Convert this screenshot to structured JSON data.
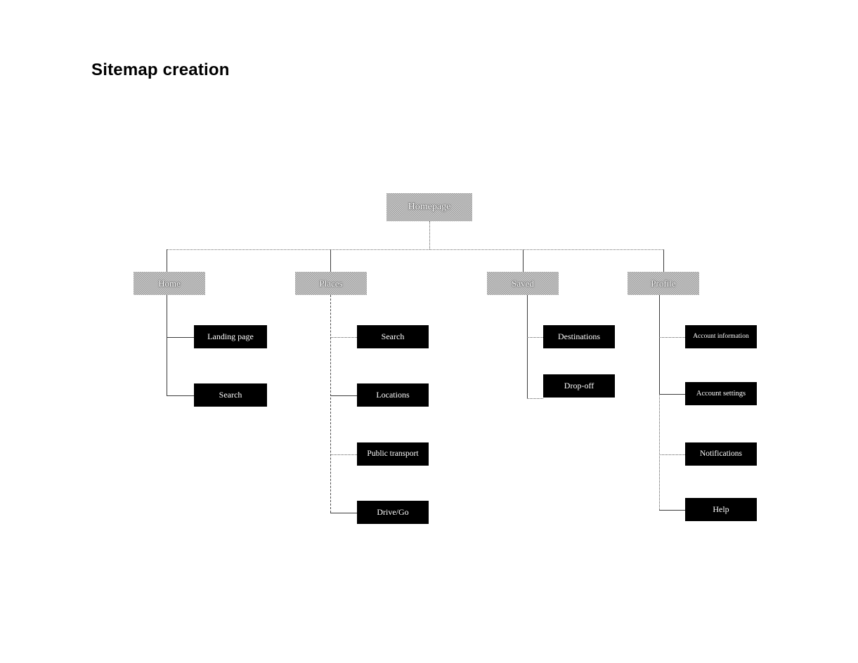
{
  "page": {
    "title": "Sitemap creation",
    "background_color": "#ffffff"
  },
  "palette": {
    "section_node_fill": "#9a9a9a",
    "leaf_node_fill": "#000000",
    "node_text": "#ffffff",
    "connector": "#3a3a3a",
    "title_text": "#000000"
  },
  "sitemap": {
    "root": {
      "label": "Homepage",
      "style": "dither"
    },
    "sections": [
      {
        "label": "Home",
        "style": "dither",
        "children": [
          {
            "label": "Landing page",
            "style": "solid"
          },
          {
            "label": "Search",
            "style": "solid"
          }
        ]
      },
      {
        "label": "Places",
        "style": "dither",
        "children": [
          {
            "label": "Search",
            "style": "solid"
          },
          {
            "label": "Locations",
            "style": "solid"
          },
          {
            "label": "Public transport",
            "style": "solid"
          },
          {
            "label": "Drive/Go",
            "style": "solid"
          }
        ]
      },
      {
        "label": "Saved",
        "style": "dither",
        "children": [
          {
            "label": "Destinations",
            "style": "solid"
          },
          {
            "label": "Drop-off",
            "style": "solid"
          }
        ]
      },
      {
        "label": "Profile",
        "style": "dither",
        "children": [
          {
            "label": "Account information",
            "style": "solid"
          },
          {
            "label": "Account settings",
            "style": "solid"
          },
          {
            "label": "Notifications",
            "style": "solid"
          },
          {
            "label": "Help",
            "style": "solid"
          }
        ]
      }
    ]
  }
}
